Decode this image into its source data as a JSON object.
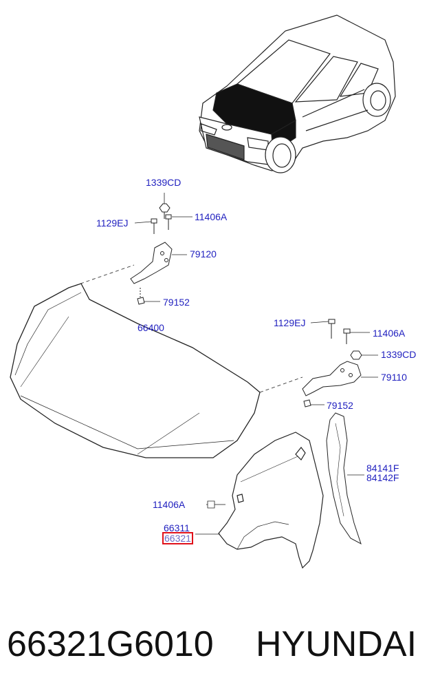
{
  "labels": {
    "l1339cd_top": "1339CD",
    "l1129ej_top": "1129EJ",
    "l11406a_top": "11406A",
    "l79120": "79120",
    "l79152_top": "79152",
    "l66400": "66400",
    "l1129ej_right": "1129EJ",
    "l11406a_right": "11406A",
    "l1339cd_right": "1339CD",
    "l79110": "79110",
    "l79152_right": "79152",
    "l84141f": "84141F",
    "l84142f": "84142F",
    "l11406a_fender": "11406A",
    "l66311": "66311",
    "l66321": "66321"
  },
  "footer": {
    "part_number": "66321G6010",
    "brand": "HYUNDAI"
  },
  "colors": {
    "label_blue": "#1f1fbf",
    "highlight_red": "#e0101a"
  }
}
